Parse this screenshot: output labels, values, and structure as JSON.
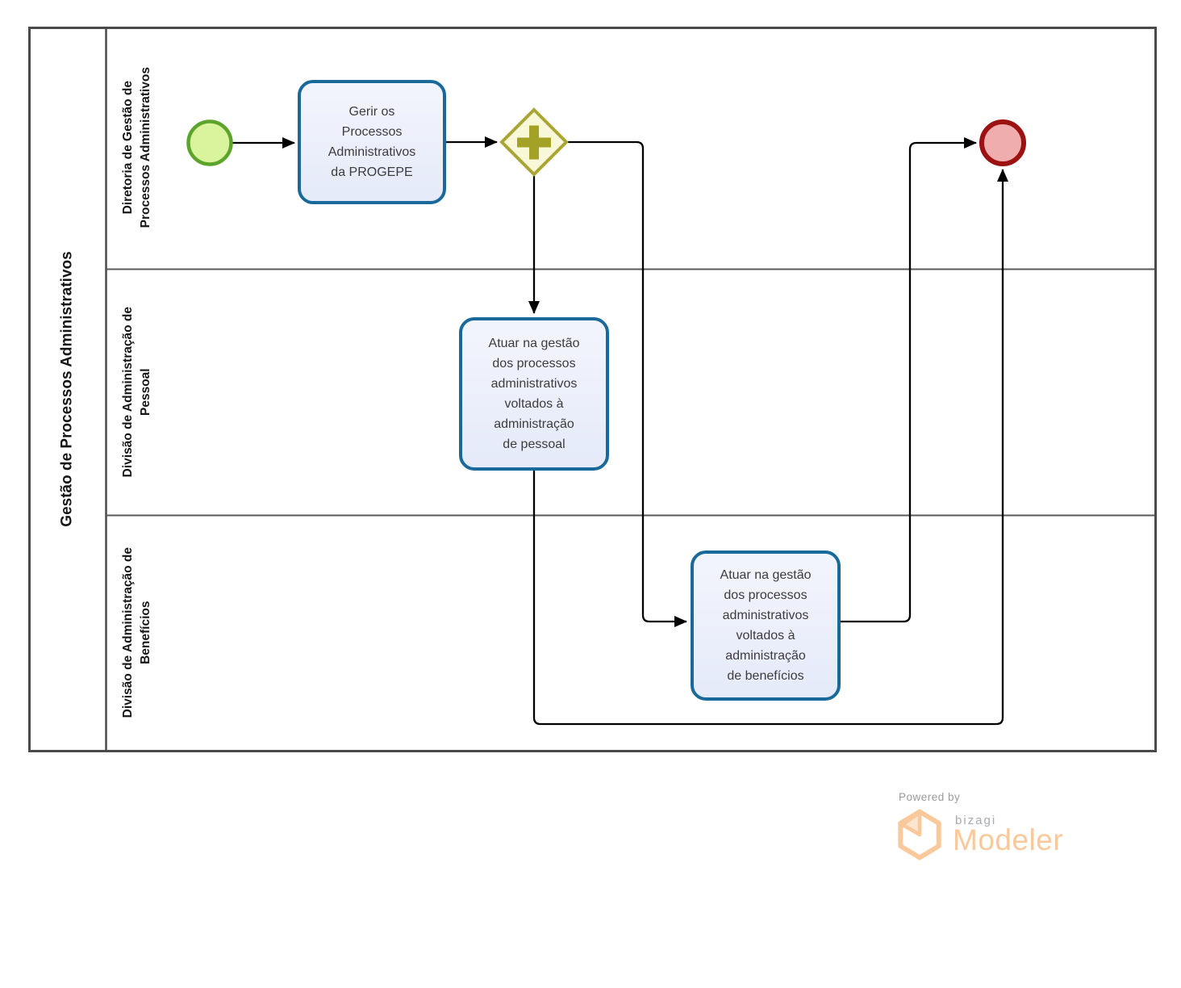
{
  "pool": {
    "title": "Gestão de Processos Administrativos",
    "lanes": [
      {
        "label": "Diretoria de Gestão de\nProcessos Administrativos"
      },
      {
        "label": "Divisão de Administração de\nPessoal"
      },
      {
        "label": "Divisão de Administração de\nBenefícios"
      }
    ]
  },
  "tasks": {
    "gerir": {
      "label": "Gerir os\nProcessos\nAdministrativos\nda PROGEPE"
    },
    "pessoal": {
      "label": "Atuar na gestão\ndos processos\nadministrativos\nvoltados à\nadministração\nde pessoal"
    },
    "beneficios": {
      "label": "Atuar na gestão\ndos processos\nadministrativos\nvoltados à\nadministração\nde benefícios"
    }
  },
  "colors": {
    "task_border": "#19699B",
    "task_fill": "#E9EDFB",
    "start_event_border": "#5CA42B",
    "start_event_fill": "#D9F49C",
    "end_event_border": "#9C1111",
    "end_event_fill": "#F0ADAD",
    "gateway_border": "#A9A636",
    "gateway_fill": "#F8F8D8",
    "gateway_plus": "#A3A226",
    "pool_border": "#4A4A4A",
    "connector": "#000000",
    "brand_orange": "#F9C89B",
    "brand_gray": "#A6AAB1"
  },
  "branding": {
    "powered_by": "Powered by",
    "brand": "bizagi",
    "product": "Modeler"
  }
}
